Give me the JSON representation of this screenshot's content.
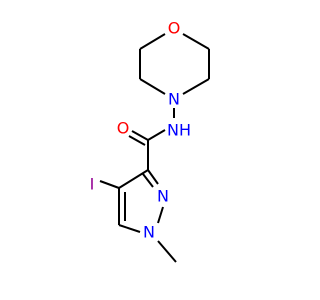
{
  "colors": {
    "background": "#ffffff",
    "bond": "#000000",
    "oxygen": "#ff0000",
    "nitrogen": "#0000ff",
    "iodine": "#940094",
    "carbon": "#000000"
  },
  "atoms": {
    "morpholine_o": {
      "symbol": "O",
      "color_key": "oxygen"
    },
    "morpholine_n": {
      "symbol": "N",
      "color_key": "nitrogen"
    },
    "amide_nh": {
      "symbol": "N",
      "suffix": "H",
      "color_key": "nitrogen"
    },
    "carbonyl_o": {
      "symbol": "O",
      "color_key": "oxygen"
    },
    "iodine": {
      "symbol": "I",
      "color_key": "iodine"
    },
    "pyrazole_n2": {
      "symbol": "N",
      "color_key": "nitrogen"
    },
    "pyrazole_n1": {
      "symbol": "N",
      "color_key": "nitrogen"
    }
  }
}
